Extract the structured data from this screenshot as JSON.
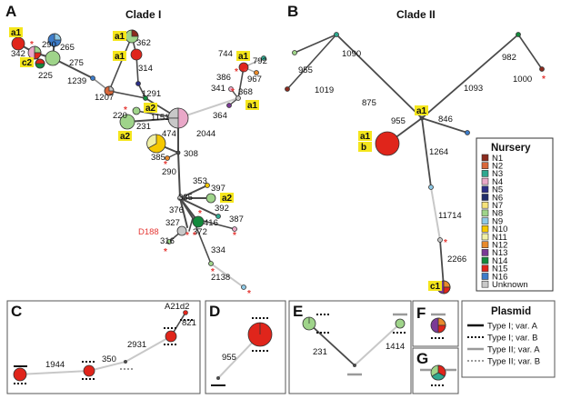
{
  "panels": {
    "A": {
      "letter": "A",
      "title": "Clade I"
    },
    "B": {
      "letter": "B",
      "title": "Clade II"
    },
    "C": {
      "letter": "C"
    },
    "D": {
      "letter": "D"
    },
    "E": {
      "letter": "E"
    },
    "F": {
      "letter": "F"
    },
    "G": {
      "letter": "G"
    }
  },
  "colors": {
    "N1": "#8b2b1e",
    "N2": "#d9673a",
    "N3": "#2fa88f",
    "N4": "#e9a8c8",
    "N5": "#2b2e86",
    "N6": "#1f2d6b",
    "N7": "#f6e27a",
    "N8": "#9fd48a",
    "N9": "#8ec9e6",
    "N10": "#f5c800",
    "N11": "#f0f0a6",
    "N12": "#e88a2c",
    "N13": "#7b3a96",
    "N14": "#138a3c",
    "N15": "#e0251b",
    "N16": "#3d7cc9",
    "Unknown": "#c8c8c8",
    "line_dark": "#4a4a4a",
    "line_light": "#c8c8c8",
    "star": "#e53935",
    "tag": "#f5e61c",
    "d188": "#e53935"
  },
  "nursery_legend": {
    "title": "Nursery",
    "items": [
      {
        "label": "N1",
        "color": "#8b2b1e"
      },
      {
        "label": "N2",
        "color": "#d9673a"
      },
      {
        "label": "N3",
        "color": "#2fa88f"
      },
      {
        "label": "N4",
        "color": "#e9a8c8"
      },
      {
        "label": "N5",
        "color": "#2b2e86"
      },
      {
        "label": "N6",
        "color": "#1f2d6b"
      },
      {
        "label": "N7",
        "color": "#f6e27a"
      },
      {
        "label": "N8",
        "color": "#9fd48a"
      },
      {
        "label": "N9",
        "color": "#8ec9e6"
      },
      {
        "label": "N10",
        "color": "#f5c800"
      },
      {
        "label": "N11",
        "color": "#f0f0a6"
      },
      {
        "label": "N12",
        "color": "#e88a2c"
      },
      {
        "label": "N13",
        "color": "#7b3a96"
      },
      {
        "label": "N14",
        "color": "#138a3c"
      },
      {
        "label": "N15",
        "color": "#e0251b"
      },
      {
        "label": "N16",
        "color": "#3d7cc9"
      },
      {
        "label": "Unknown",
        "color": "#c8c8c8"
      }
    ]
  },
  "plasmid_legend": {
    "title": "Plasmid",
    "items": [
      {
        "label": "Type I; var. A",
        "style": "solid",
        "color": "#111"
      },
      {
        "label": "Type I; var. B",
        "style": "dotted",
        "color": "#111"
      },
      {
        "label": "Type II; var. A",
        "style": "solid",
        "color": "#9a9a9a"
      },
      {
        "label": "Type II; var. B",
        "style": "dotted",
        "color": "#9a9a9a"
      }
    ]
  },
  "tags": {
    "a1": "a1",
    "a2": "a2",
    "c2": "c2",
    "c1": "c1",
    "b": "b"
  },
  "cladeI_edges": [
    "342",
    "290",
    "265",
    "225",
    "275",
    "362",
    "314",
    "1239",
    "1207",
    "1291",
    "220",
    "1151",
    "231",
    "474",
    "2044",
    "308",
    "385",
    "744",
    "792",
    "386",
    "967",
    "341",
    "368",
    "364",
    "290",
    "353",
    "397",
    "335",
    "376",
    "392",
    "416",
    "387",
    "327",
    "372",
    "316",
    "334",
    "2138"
  ],
  "cladeI_node": "D188",
  "cladeII_edges": [
    "1090",
    "955",
    "1019",
    "875",
    "982",
    "1000",
    "1093",
    "846",
    "955",
    "1264",
    "11714",
    "2266"
  ],
  "panelC": {
    "edges": [
      "1944",
      "350",
      "2931",
      "821"
    ],
    "node": "A21d2"
  },
  "panelD": {
    "edges": [
      "955"
    ]
  },
  "panelE": {
    "edges": [
      "231",
      "1414"
    ]
  }
}
